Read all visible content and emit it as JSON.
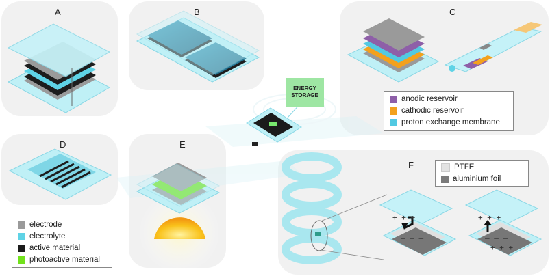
{
  "panels": {
    "a": {
      "label": "A"
    },
    "b": {
      "label": "B"
    },
    "c": {
      "label": "C"
    },
    "d": {
      "label": "D"
    },
    "e": {
      "label": "E"
    },
    "f": {
      "label": "F"
    }
  },
  "energy_storage": {
    "line1": "ENERGY",
    "line2": "STORAGE"
  },
  "legend_c": {
    "items": [
      {
        "label": "anodic reservoir",
        "color": "#8e5fa8"
      },
      {
        "label": "cathodic reservoir",
        "color": "#f3a11d"
      },
      {
        "label": "proton exchange membrane",
        "color": "#52c9e2"
      }
    ]
  },
  "legend_f": {
    "items": [
      {
        "label": "PTFE",
        "color": "#e3e3e3"
      },
      {
        "label": "aluminium foil",
        "color": "#7b7b7b"
      }
    ]
  },
  "legend_main": {
    "items": [
      {
        "label": "electrode",
        "color": "#9a9a9a"
      },
      {
        "label": "electrolyte",
        "color": "#5fd3e6"
      },
      {
        "label": "active material",
        "color": "#1b1b1b"
      },
      {
        "label": "photoactive material",
        "color": "#72e21c"
      }
    ]
  },
  "charges": {
    "plus": "+ + +",
    "minus": "– – –"
  }
}
